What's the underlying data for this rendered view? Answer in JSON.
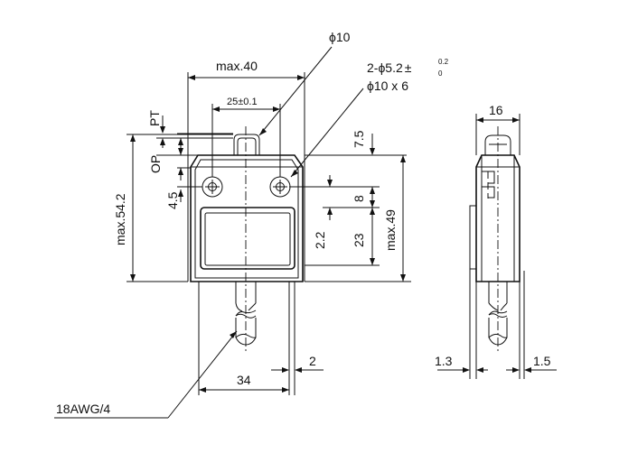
{
  "labels": {
    "phi10": "ϕ10",
    "max40": "max.40",
    "holes_line1": "2-ϕ5.2",
    "holes_pm": "±",
    "holes_tol_up": "0.2",
    "holes_tol_low": "0",
    "holes_line2": "ϕ10 x 6",
    "d25": "25±0.1",
    "pt": "PT",
    "op": "OP",
    "max54": "max.54.2",
    "d45": "4.5",
    "d75": "7.5",
    "d8": "8",
    "d22": "2.2",
    "d23": "23",
    "max49": "max.49",
    "d16": "16",
    "d34": "34",
    "d2": "2",
    "d13": "1.3",
    "d15": "1.5",
    "awg": "18AWG/4"
  }
}
